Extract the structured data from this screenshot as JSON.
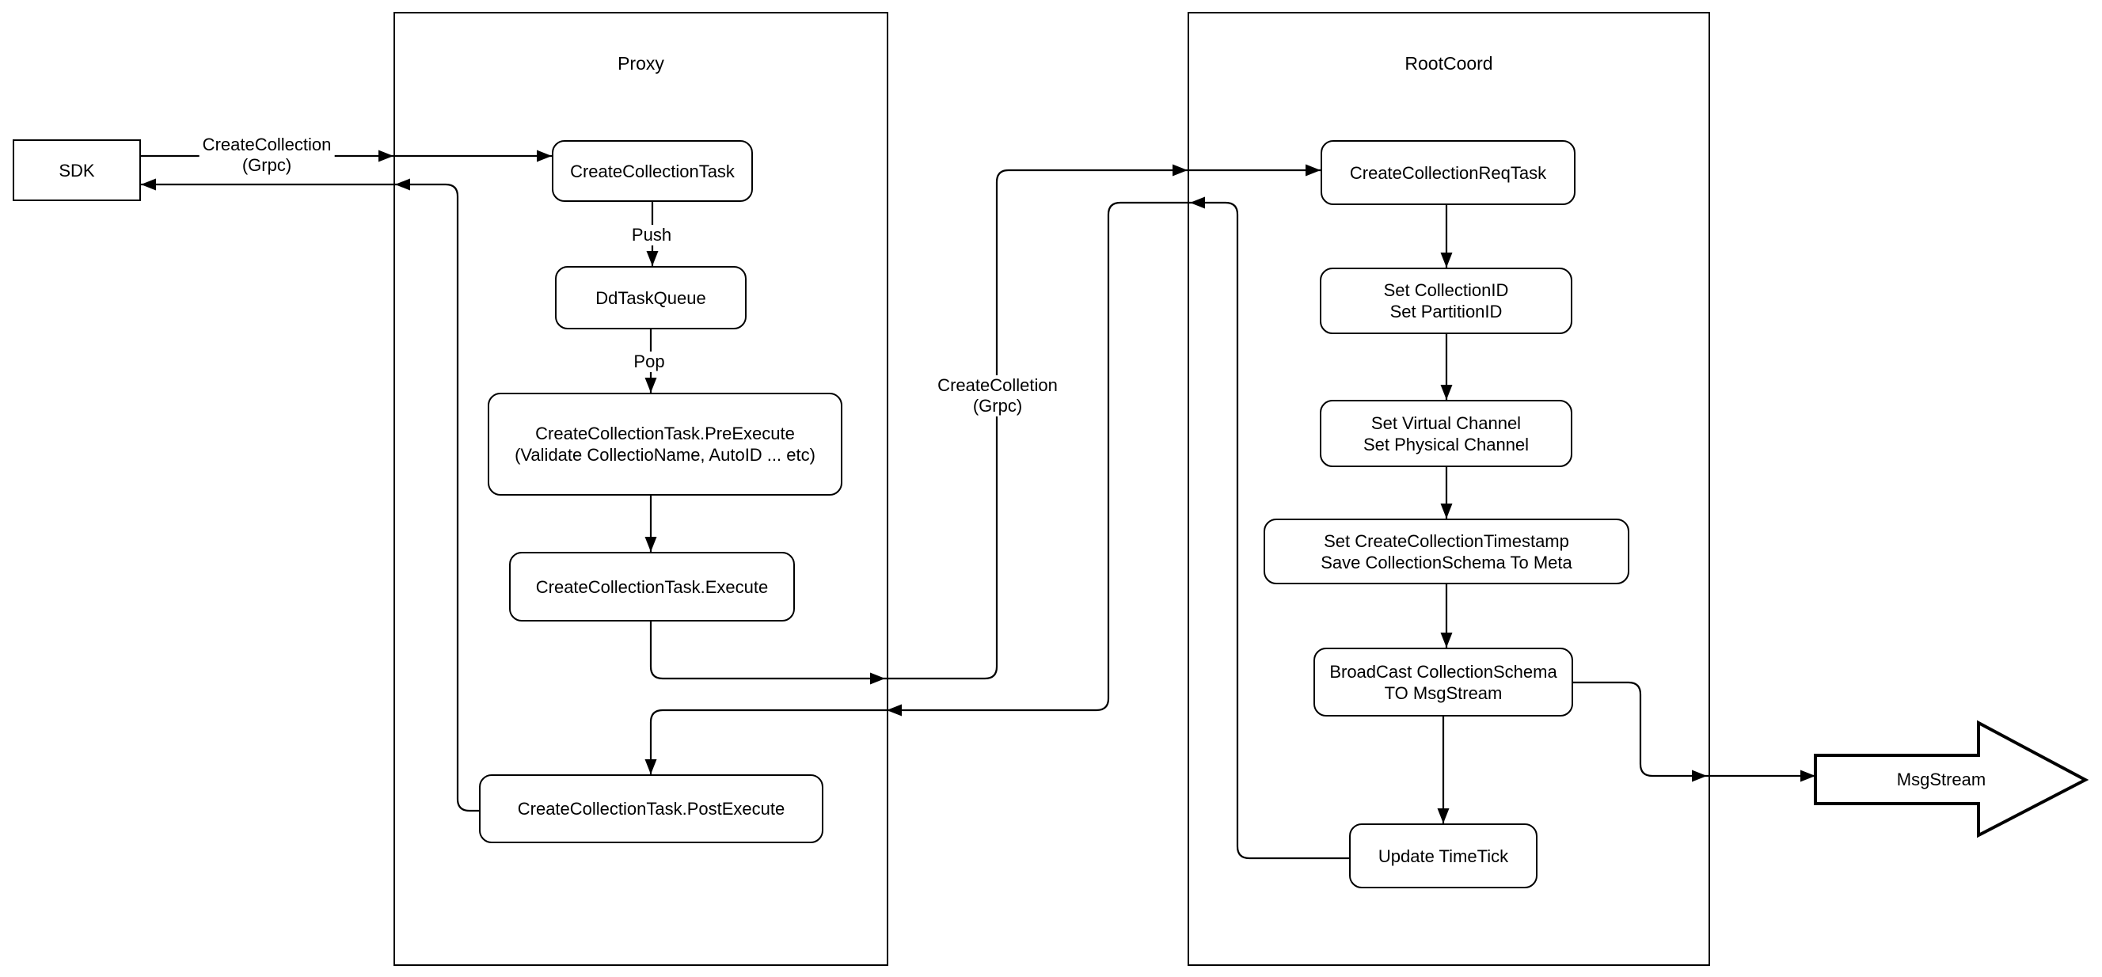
{
  "diagram": {
    "colors": {
      "background": "#ffffff",
      "stroke": "#000000"
    },
    "containers": {
      "proxy": {
        "title": "Proxy"
      },
      "rootcoord": {
        "title": "RootCoord"
      }
    },
    "nodes": {
      "sdk": {
        "label": "SDK"
      },
      "create_collection_task": {
        "label": "CreateCollectionTask"
      },
      "dd_task_queue": {
        "label": "DdTaskQueue"
      },
      "pre_execute": {
        "label": "CreateCollectionTask.PreExecute\n(Validate CollectioName, AutoID ... etc)"
      },
      "execute": {
        "label": "CreateCollectionTask.Execute"
      },
      "post_execute": {
        "label": "CreateCollectionTask.PostExecute"
      },
      "req_task": {
        "label": "CreateCollectionReqTask"
      },
      "set_ids": {
        "label": "Set CollectionID\nSet PartitionID"
      },
      "set_channels": {
        "label": "Set Virtual Channel\nSet Physical Channel"
      },
      "set_timestamp": {
        "label": "Set CreateCollectionTimestamp\nSave CollectionSchema To Meta"
      },
      "broadcast": {
        "label": "BroadCast CollectionSchema\nTO MsgStream"
      },
      "update_timetick": {
        "label": "Update TimeTick"
      },
      "msgstream": {
        "label": "MsgStream"
      }
    },
    "edge_labels": {
      "sdk_grpc": "CreateCollection\n(Grpc)",
      "push": "Push",
      "pop": "Pop",
      "proxy_grpc": "CreateColletion\n(Grpc)"
    }
  }
}
